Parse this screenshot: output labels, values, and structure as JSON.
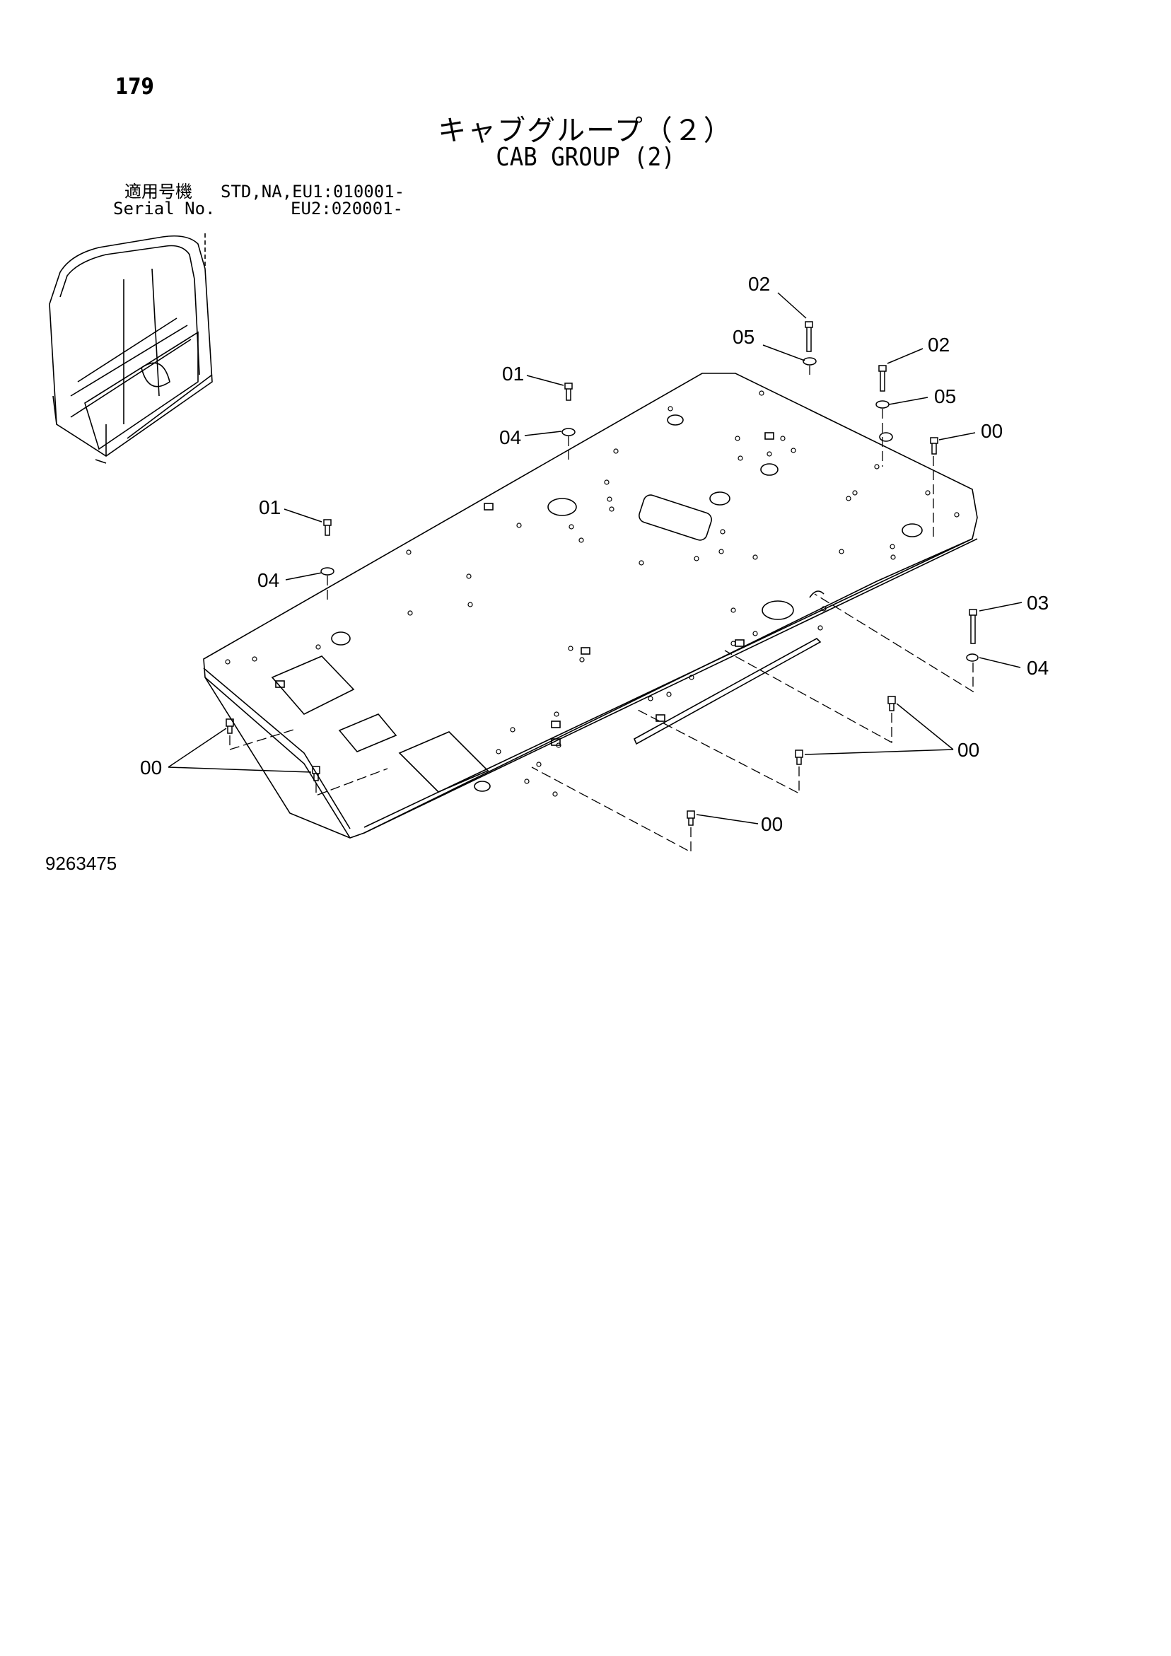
{
  "page": {
    "number": "179",
    "title_jp": "キャブグループ（２）",
    "title_en": "CAB GROUP (2)",
    "serial_label_jp": "適用号機",
    "serial_label_en": "Serial No.",
    "serial_value_1": "STD,NA,EU1:010001-",
    "serial_value_2": "EU2:020001-",
    "figure_number": "9263475"
  },
  "callouts": [
    {
      "label": "02"
    },
    {
      "label": "05"
    },
    {
      "label": "02"
    },
    {
      "label": "05"
    },
    {
      "label": "01"
    },
    {
      "label": "04"
    },
    {
      "label": "00"
    },
    {
      "label": "01"
    },
    {
      "label": "04"
    },
    {
      "label": "03"
    },
    {
      "label": "04"
    },
    {
      "label": "00"
    },
    {
      "label": "00"
    },
    {
      "label": "00"
    }
  ]
}
